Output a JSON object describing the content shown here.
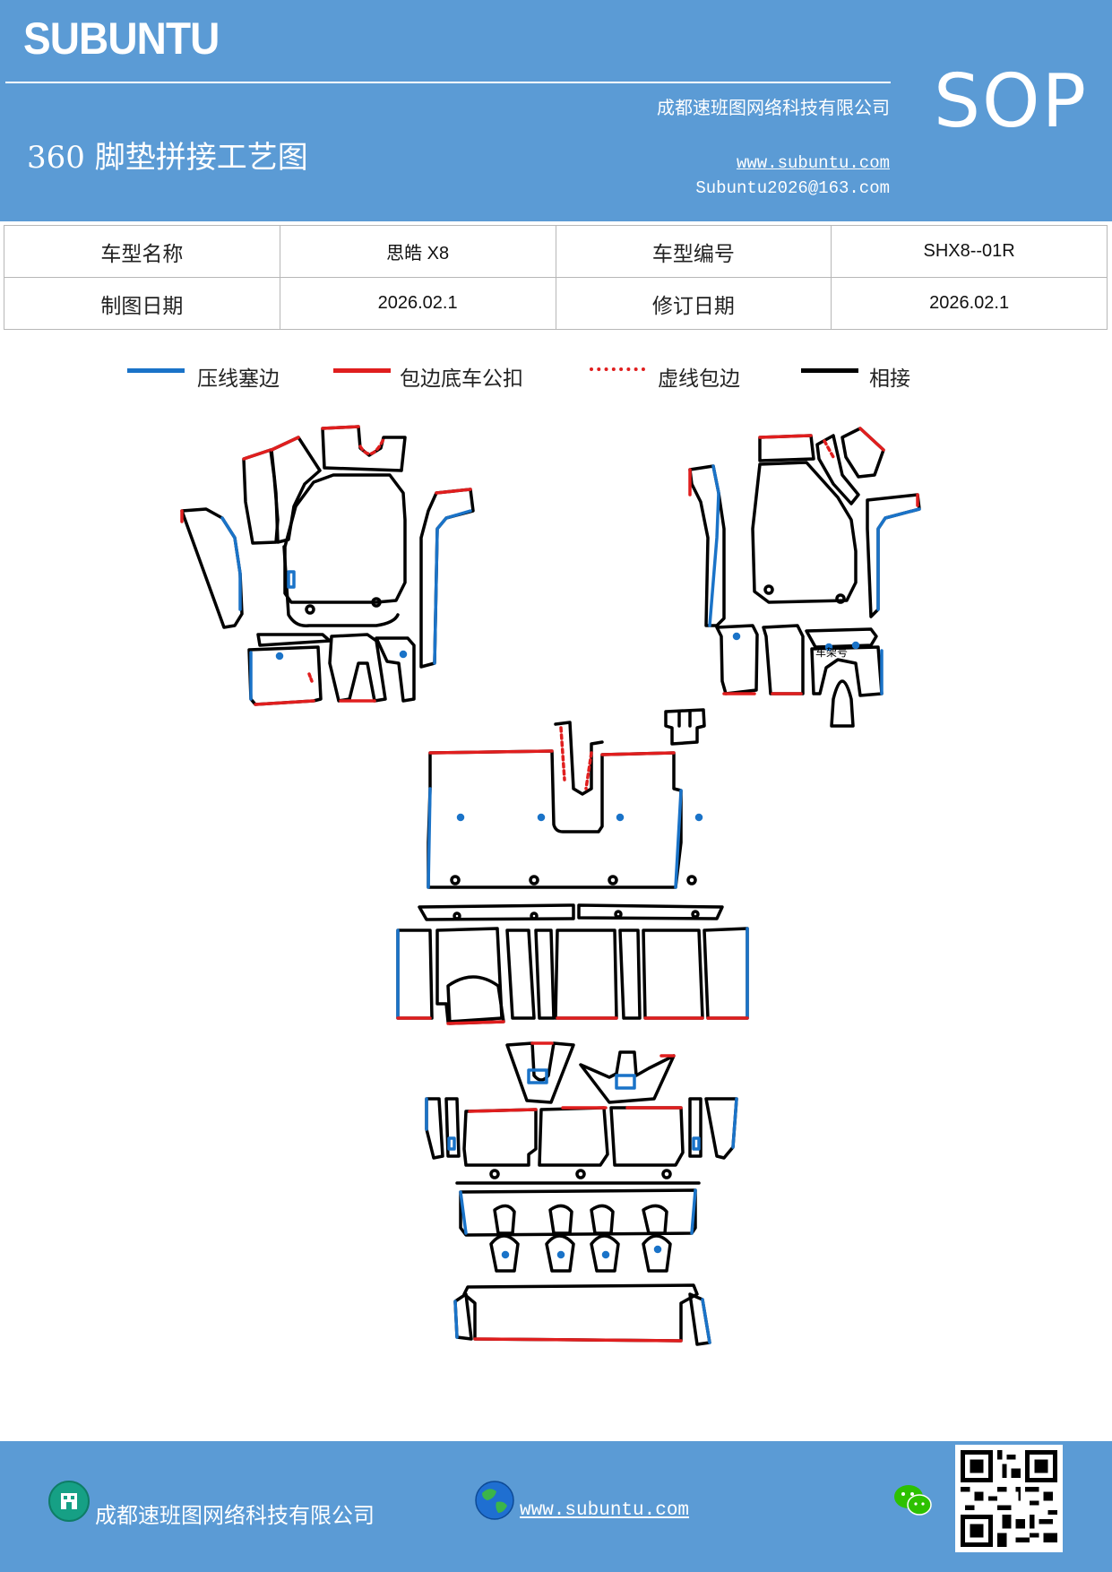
{
  "header": {
    "brand": "SUBUNTU",
    "company": "成都速班图网络科技有限公司",
    "title": "360 脚垫拼接工艺图",
    "website": "www.subuntu.com",
    "email": "Subuntu2026@163.com",
    "badge": "SOP"
  },
  "info_table": {
    "row1": {
      "label1": "车型名称",
      "value1": "思皓 X8",
      "label2": "车型编号",
      "value2": "SHX8--01R"
    },
    "row2": {
      "label1": "制图日期",
      "value1": "2026.02.1",
      "label2": "修订日期",
      "value2": "2026.02.1"
    }
  },
  "legend": [
    {
      "label": "压线塞边",
      "color": "#1a73c8",
      "style": "solid"
    },
    {
      "label": "包边底车公扣",
      "color": "#e01e1e",
      "style": "solid"
    },
    {
      "label": "虚线包边",
      "color": "#e01e1e",
      "style": "dotted"
    },
    {
      "label": "相接",
      "color": "#000000",
      "style": "solid"
    }
  ],
  "drawing": {
    "frame_label": "车架号"
  },
  "footer": {
    "company": "成都速班图网络科技有限公司",
    "website": "www.subuntu.com",
    "icons": [
      "building-icon",
      "globe-icon",
      "wechat-icon",
      "qr-code"
    ]
  },
  "colors": {
    "header_bg": "#5b9bd5",
    "blue_edge": "#1a73c8",
    "red_edge": "#e01e1e",
    "joint": "#000000"
  }
}
